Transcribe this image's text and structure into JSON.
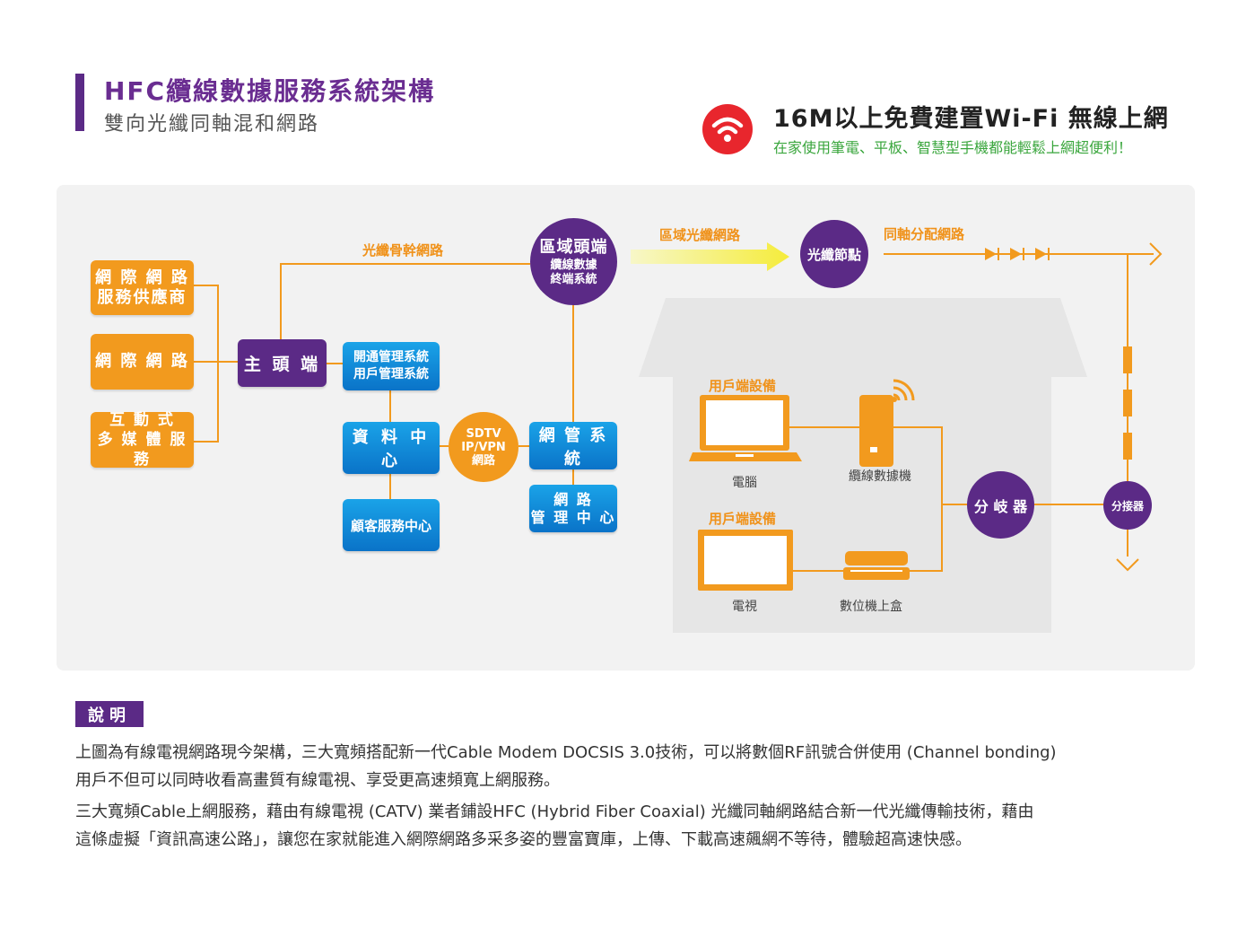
{
  "header": {
    "title": "HFC纜線數據服務系統架構",
    "subtitle": "雙向光纖同軸混和網路"
  },
  "wifi_promo": {
    "icon": "wifi-icon",
    "title": "16M以上免費建置Wi-Fi 無線上網",
    "subtitle": "在家使用筆電、平板、智慧型手機都能輕鬆上網超便利！",
    "colors": {
      "badge": "#e8262d",
      "subtitle": "#3aa63d"
    }
  },
  "diagram": {
    "sources": [
      "網 際 網 路\n服務供應商",
      "網 際 網 路",
      "互 動 式\n多 媒 體 服 務"
    ],
    "main_headend": "主 頭 端",
    "provision": "開通管理系統\n用戶管理系統",
    "data_center": "資 料 中 心",
    "sdtv": {
      "line1": "SDTV",
      "line2": "IP/VPN",
      "line3": "網路"
    },
    "customer_service": "顧客服務中心",
    "backbone_label": "光纖骨幹網路",
    "regional_headend": {
      "title": "區域頭端",
      "line1": "纜線數據",
      "line2": "終端系統"
    },
    "nms": "網 管 系 統",
    "nmc": "網 路\n管 理 中 心",
    "regional_fiber_label": "區域光纖網路",
    "fiber_node": "光纖節點",
    "coax_label": "同軸分配網路",
    "cpe_label_1": "用戶端設備",
    "computer_label": "電腦",
    "modem_label": "纜線數據機",
    "cpe_label_2": "用戶端設備",
    "tv_label": "電視",
    "stb_label": "數位機上盒",
    "splitter": "分 岐 器",
    "tap": "分接器",
    "colors": {
      "orange": "#f29a1e",
      "purple": "#5b2a86",
      "blue": "#0a73c8",
      "panel": "#f2f2f2"
    }
  },
  "notes": {
    "tag": "說明",
    "line1": "上圖為有線電視網路現今架構，三大寬頻搭配新一代Cable Modem DOCSIS 3.0技術，可以將數個RF訊號合併使用 (Channel bonding)",
    "line2": "用戶不但可以同時收看高畫質有線電視、享受更高速頻寬上網服務。",
    "line3": "三大寬頻Cable上網服務，藉由有線電視 (CATV) 業者鋪設HFC (Hybrid Fiber Coaxial) 光纖同軸網路結合新一代光纖傳輸技術，藉由",
    "line4": "這條虛擬「資訊高速公路」，讓您在家就能進入網際網路多采多姿的豐富寶庫，上傳、下載高速飆網不等待，體驗超高速快感。"
  }
}
